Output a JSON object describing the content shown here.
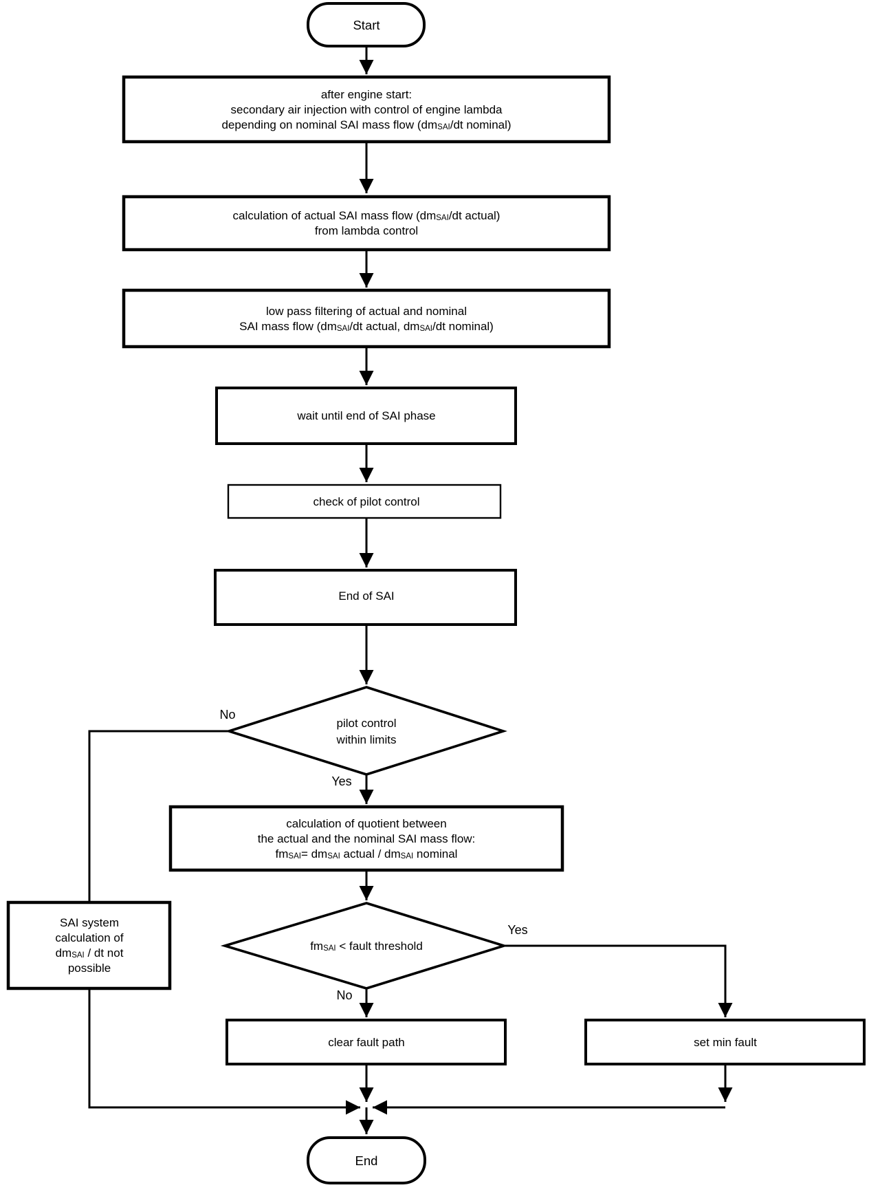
{
  "diagram": {
    "colors": {
      "stroke": "#000000",
      "node_fill": "#ffffff",
      "background": "#ffffff"
    },
    "nodes": {
      "start": {
        "type": "terminator",
        "label_lines": [
          "Start"
        ]
      },
      "after_engine_start": {
        "type": "process",
        "label_lines": [
          "after engine start:",
          "secondary air injection with control of engine lambda",
          "depending on nominal SAI mass flow (dm_{SAI}/dt nominal)"
        ]
      },
      "calc_actual_flow": {
        "type": "process",
        "label_lines": [
          "calculation of actual SAI mass flow (dm_{SAI}/dt actual)",
          "from lambda control"
        ]
      },
      "low_pass_filter": {
        "type": "process",
        "label_lines": [
          "low pass filtering of actual and nominal",
          "SAI mass flow (dm_{SAI}/dt actual, dm_{SAI}/dt nominal)"
        ]
      },
      "wait_end_sai": {
        "type": "process",
        "label_lines": [
          "wait until end of SAI phase"
        ]
      },
      "check_pilot": {
        "type": "process",
        "label_lines": [
          "check of pilot control"
        ]
      },
      "end_of_sai": {
        "type": "process",
        "label_lines": [
          "End of SAI"
        ]
      },
      "pilot_within_limits": {
        "type": "decision",
        "label_lines": [
          "pilot control",
          "within limits"
        ]
      },
      "calc_quotient": {
        "type": "process",
        "label_lines": [
          "calculation of quotient between",
          "the actual and the nominal SAI mass flow:",
          "fm_{SAI}= dm_{SAI} actual / dm_{SAI} nominal"
        ]
      },
      "fault_threshold": {
        "type": "decision",
        "label_lines": [
          "fm_{SAI} < fault threshold"
        ]
      },
      "sai_not_possible": {
        "type": "process",
        "label_lines": [
          "SAI system",
          "calculation of",
          "dm_{SAI} / dt not",
          "possible"
        ]
      },
      "clear_fault_path": {
        "type": "process",
        "label_lines": [
          "clear fault path"
        ]
      },
      "set_min_fault": {
        "type": "process",
        "label_lines": [
          "set min fault"
        ]
      },
      "end": {
        "type": "terminator",
        "label_lines": [
          "End"
        ]
      }
    },
    "edge_labels": {
      "pilot_no": "No",
      "pilot_yes": "Yes",
      "threshold_yes": "Yes",
      "threshold_no": "No"
    }
  }
}
